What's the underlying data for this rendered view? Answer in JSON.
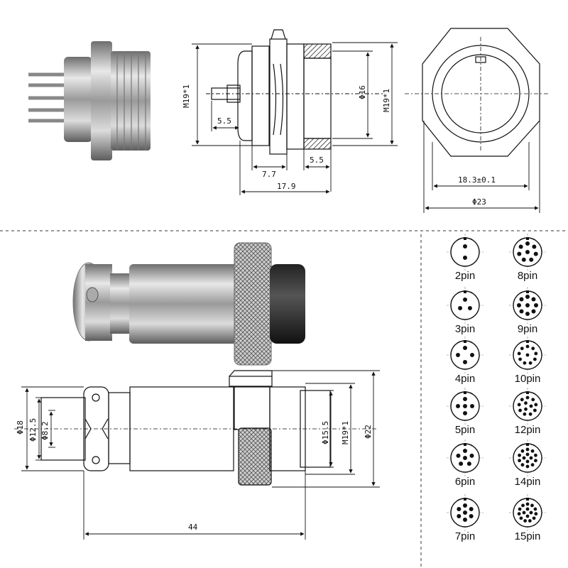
{
  "panel_socket": {
    "dims": {
      "thread_left": "M19*1",
      "inner_dia": "Φ16",
      "thread_right": "M19*1",
      "pin_len": "5.5",
      "body_len": "7.7",
      "rear_len": "5.5",
      "total_len": "17.9"
    }
  },
  "hex_view": {
    "dims": {
      "hex_flat": "18.3±0.1",
      "outer_dia": "Φ23"
    }
  },
  "plug": {
    "dims": {
      "d18": "Φ18",
      "d12_5": "Φ12.5",
      "d8_2": "Φ8.2",
      "d15_5": "Φ15.5",
      "thread": "M19*1",
      "d22": "Φ22",
      "length": "44"
    }
  },
  "pin_options": {
    "left": [
      {
        "label": "2pin",
        "pins": 2
      },
      {
        "label": "3pin",
        "pins": 3
      },
      {
        "label": "4pin",
        "pins": 4
      },
      {
        "label": "5pin",
        "pins": 5
      },
      {
        "label": "6pin",
        "pins": 6
      },
      {
        "label": "7pin",
        "pins": 7
      }
    ],
    "right": [
      {
        "label": "8pin",
        "pins": 8
      },
      {
        "label": "9pin",
        "pins": 9
      },
      {
        "label": "10pin",
        "pins": 10
      },
      {
        "label": "12pin",
        "pins": 12
      },
      {
        "label": "14pin",
        "pins": 14
      },
      {
        "label": "15pin",
        "pins": 15
      }
    ]
  }
}
